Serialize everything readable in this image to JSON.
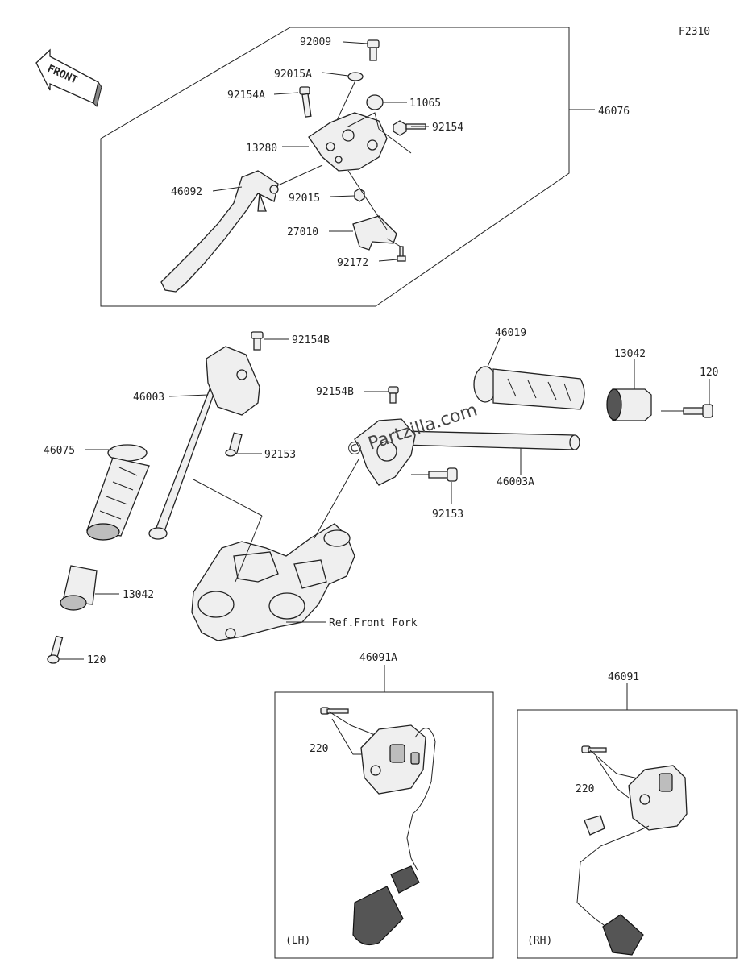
{
  "diagram_code": "F2310",
  "front_label": "FRONT",
  "watermark": "© Partzilla.com",
  "parts": {
    "p92009": "92009",
    "p92015A": "92015A",
    "p92154A": "92154A",
    "p11065": "11065",
    "p92154": "92154",
    "p13280": "13280",
    "p46076": "46076",
    "p46092": "46092",
    "p92015": "92015",
    "p27010": "27010",
    "p92172": "92172",
    "p92154B_1": "92154B",
    "p46003": "46003",
    "p92153_1": "92153",
    "p46019": "46019",
    "p13042_1": "13042",
    "p120_1": "120",
    "p92154B_2": "92154B",
    "p46003A": "46003A",
    "p92153_2": "92153",
    "p46075": "46075",
    "p13042_2": "13042",
    "p120_2": "120",
    "ref_front_fork": "Ref.Front Fork",
    "p46091A": "46091A",
    "p220_1": "220",
    "lh": "(LH)",
    "p46091": "46091",
    "p220_2": "220",
    "rh": "(RH)"
  }
}
